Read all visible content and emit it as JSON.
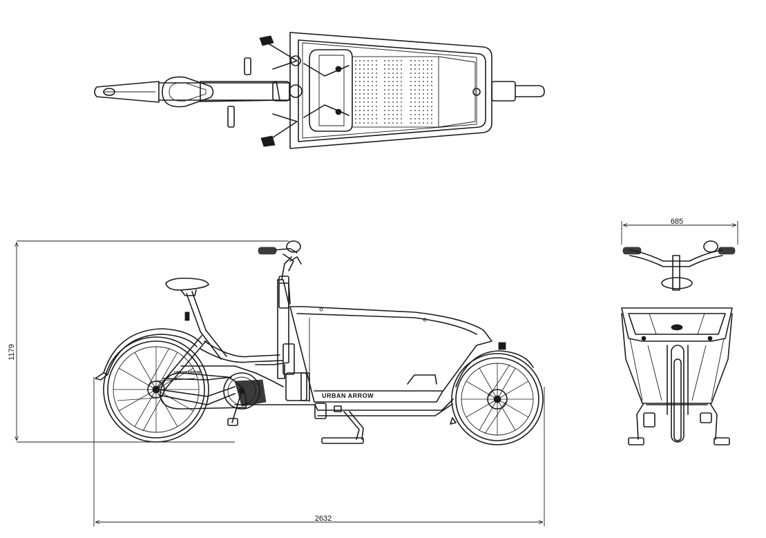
{
  "brand": {
    "box_label": "URBAN ARROW",
    "frame_label": "URBAN ARROW"
  },
  "dimensions": {
    "height": "1179",
    "length": "2632",
    "width": "685"
  }
}
